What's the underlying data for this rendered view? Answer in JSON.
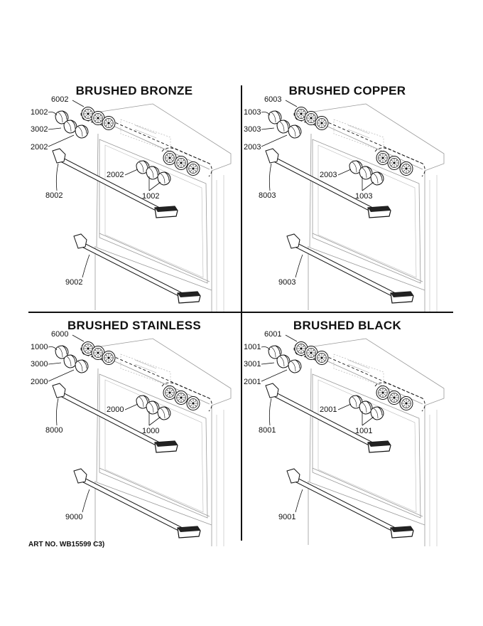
{
  "panels": [
    {
      "title": "BRUSHED BRONZE",
      "labels": {
        "knob_set": "6002",
        "knob_a": "1002",
        "knob_b": "3002",
        "knob_c": "2002",
        "handle_upper": "8002",
        "knob_front_c": "2002",
        "knob_front_a": "1002",
        "handle_lower": "9002"
      }
    },
    {
      "title": "BRUSHED COPPER",
      "labels": {
        "knob_set": "6003",
        "knob_a": "1003",
        "knob_b": "3003",
        "knob_c": "2003",
        "handle_upper": "8003",
        "knob_front_c": "2003",
        "knob_front_a": "1003",
        "handle_lower": "9003"
      }
    },
    {
      "title": "BRUSHED STAINLESS",
      "labels": {
        "knob_set": "6000",
        "knob_a": "1000",
        "knob_b": "3000",
        "knob_c": "2000",
        "handle_upper": "8000",
        "knob_front_c": "2000",
        "knob_front_a": "1000",
        "handle_lower": "9000"
      }
    },
    {
      "title": "BRUSHED BLACK",
      "labels": {
        "knob_set": "6001",
        "knob_a": "1001",
        "knob_b": "3001",
        "knob_c": "2001",
        "handle_upper": "8001",
        "knob_front_c": "2001",
        "knob_front_a": "1001",
        "handle_lower": "9001"
      }
    }
  ],
  "art_number": "ART NO. WB15599 C3)"
}
